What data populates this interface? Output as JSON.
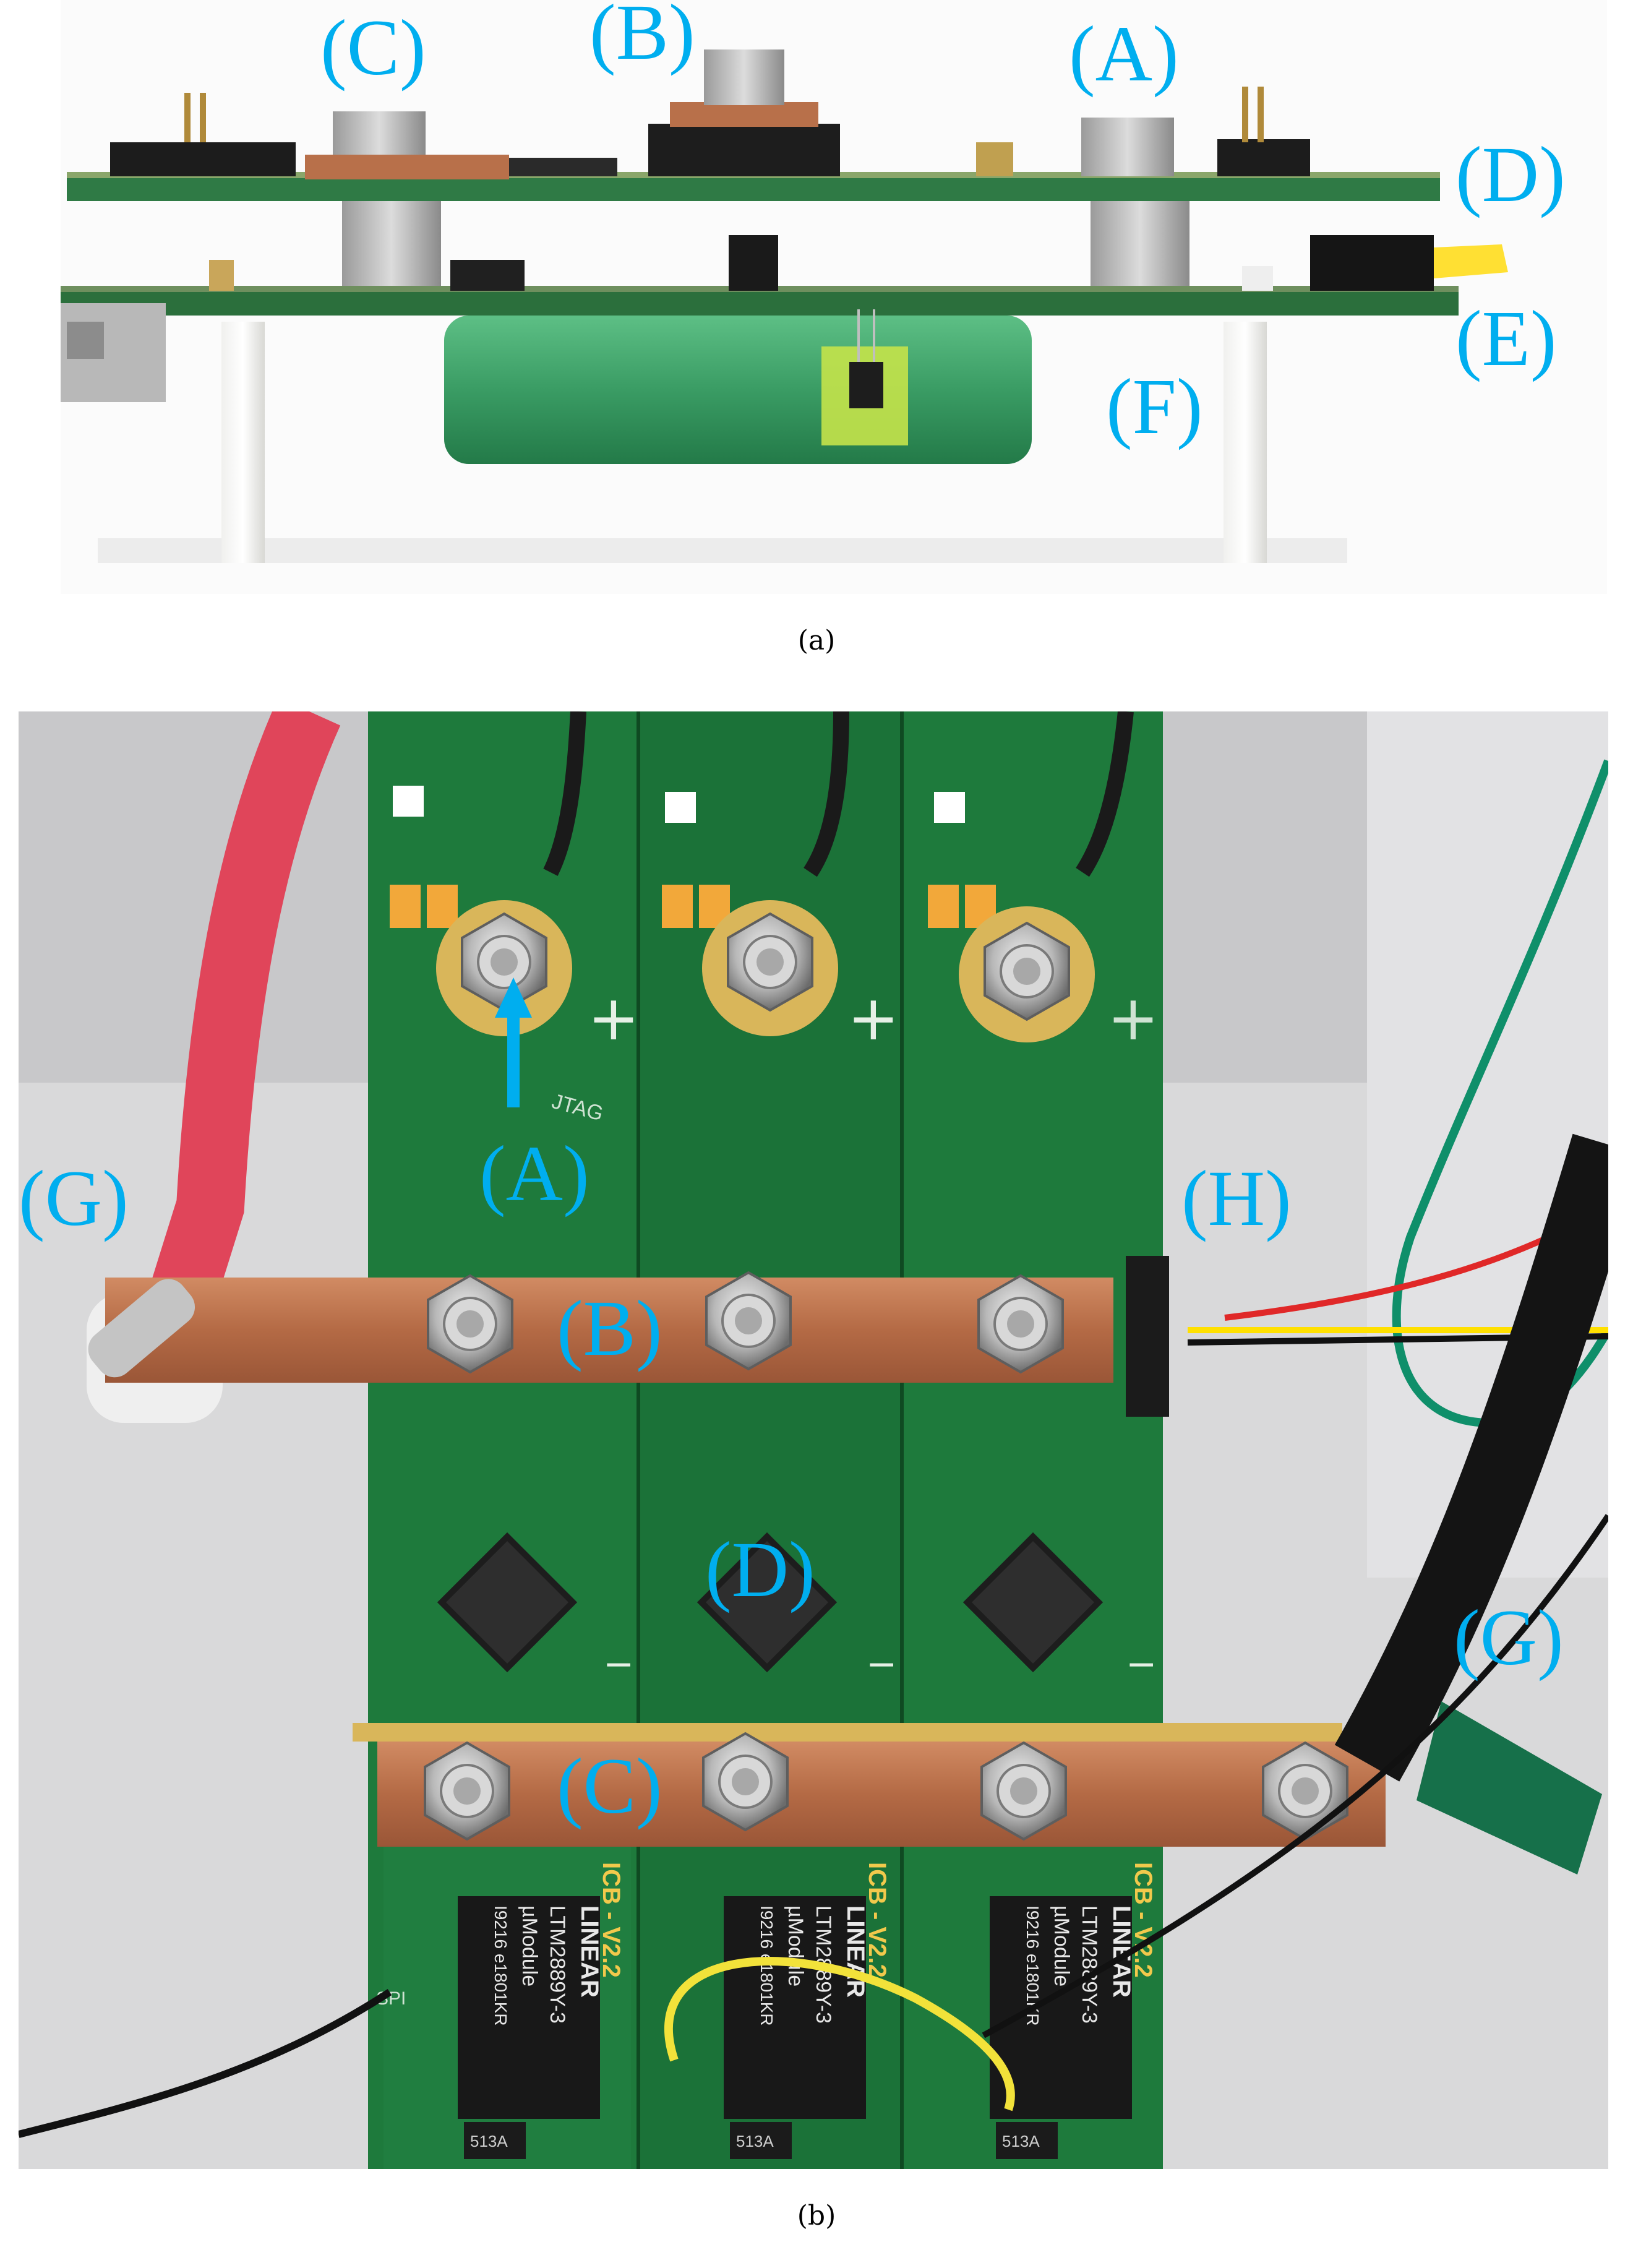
{
  "figure": {
    "panel_a": {
      "caption": "(a)",
      "labels": [
        "(C)",
        "(B)",
        "(A)",
        "(D)",
        "(E)",
        "(F)"
      ]
    },
    "panel_b": {
      "caption": "(b)",
      "labels": [
        "(A)",
        "(G)",
        "(B)",
        "(H)",
        "(D)",
        "(G)",
        "(C)"
      ],
      "chip_text": {
        "brand": "LINEAR",
        "part": "LTM2889Y-3",
        "module": "µModule",
        "lot": "I9216 e1801KR",
        "board": "ICB - V2.2",
        "crystal": "513A",
        "silk_jtag": "JTAG",
        "silk_spi": "SPI"
      }
    },
    "colors": {
      "label_blue": "#00aeef",
      "pcb_green": "#1e7a3c",
      "copper": "#b8704a",
      "battery_green": "#3fa36a",
      "red_cable": "#e0455a"
    }
  }
}
